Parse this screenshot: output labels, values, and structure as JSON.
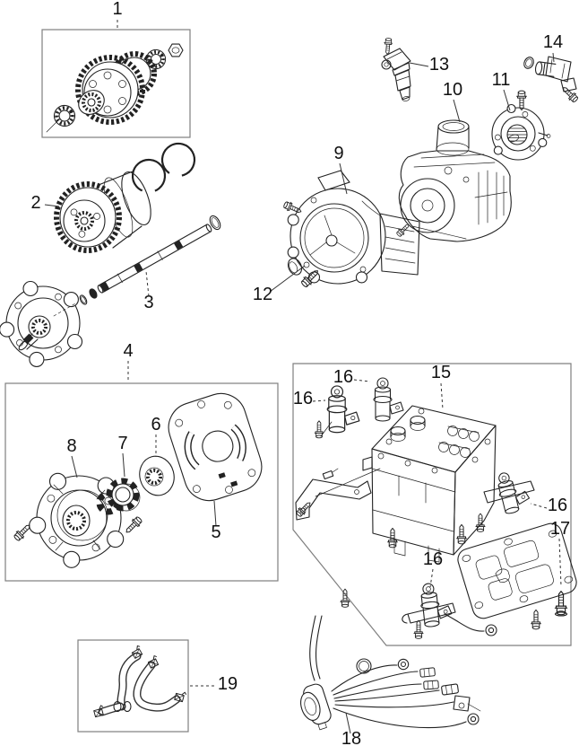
{
  "figure": {
    "title": "Automatic transaxle exploded parts diagram",
    "background": "#ffffff",
    "line_color": "#222222",
    "box_color": "#7f7f7f",
    "label_color": "#111111"
  },
  "callouts": [
    {
      "label": "1",
      "part": "final drive gear assembly"
    },
    {
      "label": "2",
      "part": "output gear"
    },
    {
      "label": "3",
      "part": "output shaft"
    },
    {
      "label": "4",
      "part": "oil pump (exploded)"
    },
    {
      "label": "5",
      "part": "oil pump cover plate"
    },
    {
      "label": "6",
      "part": "pump inner rotor"
    },
    {
      "label": "7",
      "part": "pump outer rotor gear"
    },
    {
      "label": "8",
      "part": "oil pump housing"
    },
    {
      "label": "9",
      "part": "converter housing"
    },
    {
      "label": "10",
      "part": "transaxle case"
    },
    {
      "label": "11",
      "part": "rear cover"
    },
    {
      "label": "12",
      "part": "plug and bolt"
    },
    {
      "label": "13",
      "part": "pulse generator sensor"
    },
    {
      "label": "14",
      "part": "speed sensor with o-ring"
    },
    {
      "label": "15",
      "part": "valve body assembly"
    },
    {
      "label": "16",
      "part": "solenoid valve (upper inner)"
    },
    {
      "label": "16",
      "part": "solenoid valve (upper outer)"
    },
    {
      "label": "16",
      "part": "solenoid valve (right)"
    },
    {
      "label": "16",
      "part": "solenoid valve (lower)"
    },
    {
      "label": "17",
      "part": "valve body gasket"
    },
    {
      "label": "18",
      "part": "solenoid wiring harness"
    },
    {
      "label": "19",
      "part": "breather hoses with clamps"
    }
  ]
}
